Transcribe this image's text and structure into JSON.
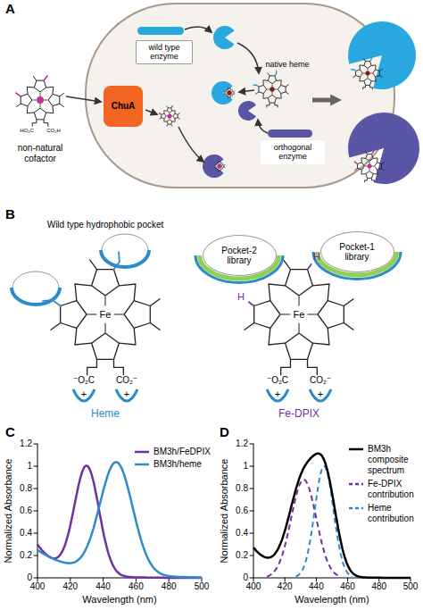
{
  "diagram": {
    "nodes": [
      {
        "text": [
          "wild type enzyme"
        ]
      },
      {
        "text": [
          "ChuA"
        ]
      },
      {
        "text": [
          "orthogonal enzyme"
        ]
      },
      {
        "text": [
          "Pocket-2 library"
        ]
      },
      {
        "text": [
          "Pocket-1 library"
        ]
      }
    ],
    "labels": [
      "A",
      "HO₂C",
      "CO₂H",
      "non-natural cofactor",
      "native heme",
      "B",
      "Wild type hydrophobic pocket",
      "Fe",
      "⁻O₂C",
      "CO₂⁻",
      "+",
      "+",
      "Heme",
      "H",
      "H",
      "Fe",
      "⁻O₂C",
      "CO₂⁻",
      "+",
      "+",
      "Fe-DPIX",
      "C",
      "Normalized Absorbance",
      "Wavelength (nm)",
      "0",
      "0.2",
      "0.4",
      "0.6",
      "0.8",
      "1",
      "1.2",
      "400",
      "420",
      "440",
      "460",
      "480",
      "500",
      "D",
      "Normalized Absorbance",
      "Wavelength (nm)",
      "0",
      "0.2",
      "0.4",
      "0.6",
      "0.8",
      "1",
      "1.2",
      "400",
      "420",
      "440",
      "460",
      "480",
      "500"
    ],
    "legend": [
      {
        "text": "BM3h/FeDPIX"
      },
      {
        "text": "BM3h/heme"
      },
      {
        "text": "BM3h composite spectrum"
      },
      {
        "text": "Fe-DPIX contribution"
      },
      {
        "text": "Heme contribution"
      }
    ]
  }
}
